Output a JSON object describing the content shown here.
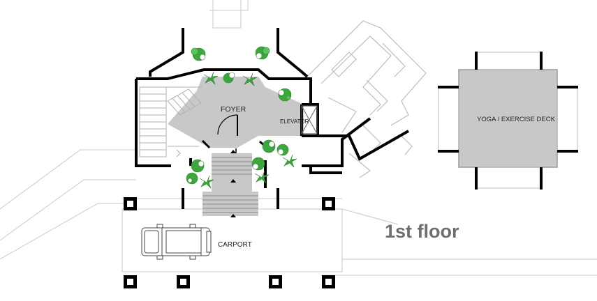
{
  "labels": {
    "foyer": "FOYER",
    "elevator": "ELEVATOR",
    "carport": "CARPORT",
    "deck": "YOGA / EXERCISE DECK"
  },
  "title": "1st floor",
  "colors": {
    "wall": "#000000",
    "floor_fill": "#c8c8c8",
    "plant": "#3da63d",
    "outline": "#bdbdbd",
    "title": "#6e6e6e"
  },
  "icons": {
    "plant": "tropical-plant-icon",
    "vehicle": "suv-car-icon",
    "column": "square-column-icon"
  }
}
